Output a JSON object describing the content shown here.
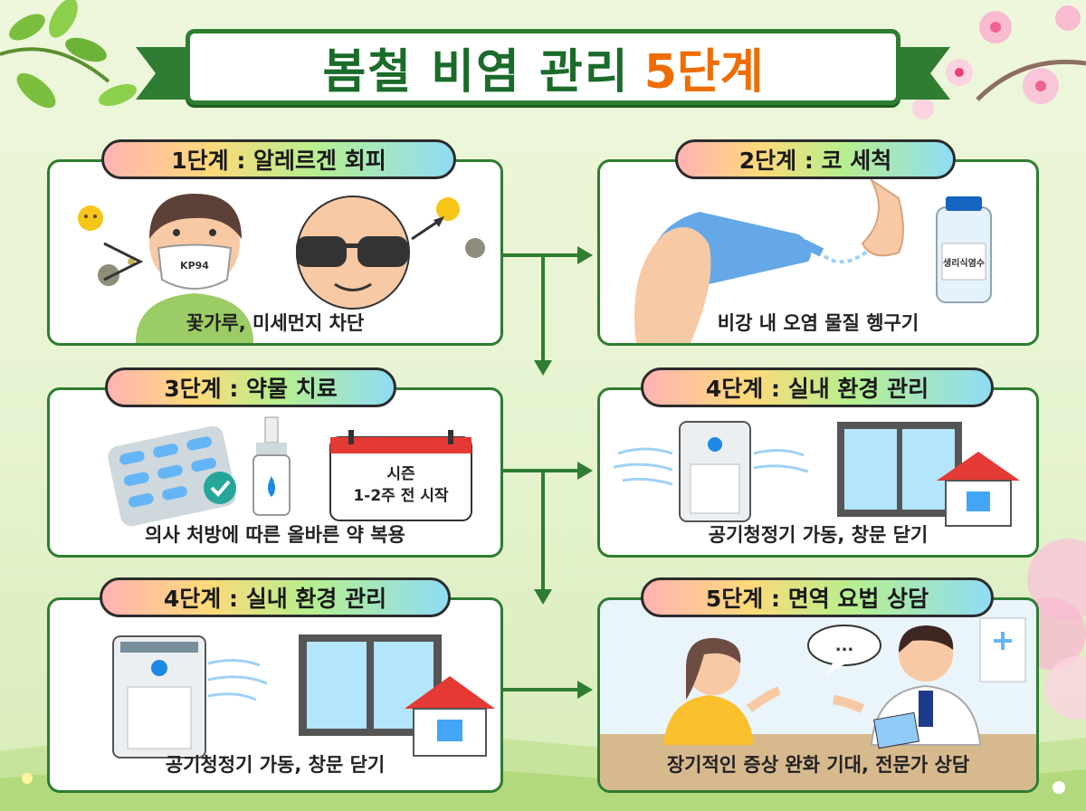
{
  "title": {
    "main": "봄철 비염 관리",
    "accent": "5단계"
  },
  "steps": [
    {
      "label": "1단계 : 알레르겐 회피",
      "caption": "꽃가루, 미세먼지 차단",
      "mask_text": "KP94"
    },
    {
      "label": "2단계 : 코 세척",
      "caption": "비강 내 오염 물질 헹구기",
      "bottle_text": "생리식염수"
    },
    {
      "label": "3단계 : 약물 치료",
      "caption": "의사 처방에 따른 올바른 약 복용",
      "calendar_line1": "시즌",
      "calendar_line2": "1-2주 전 시작"
    },
    {
      "label": "4단계 : 실내 환경 관리",
      "caption": "공기청정기 가동, 창문 닫기"
    },
    {
      "label": "4단계 : 실내 환경 관리",
      "caption": "공기청정기 가동, 창문 닫기"
    },
    {
      "label": "5단계 : 면역 요법 상담",
      "caption": "장기적인 증상 완화 기대, 전문가 상담",
      "speech_text": "..."
    }
  ],
  "colors": {
    "border": "#2e7d32",
    "title_green": "#1b6b2a",
    "accent_orange": "#ef6c00"
  }
}
